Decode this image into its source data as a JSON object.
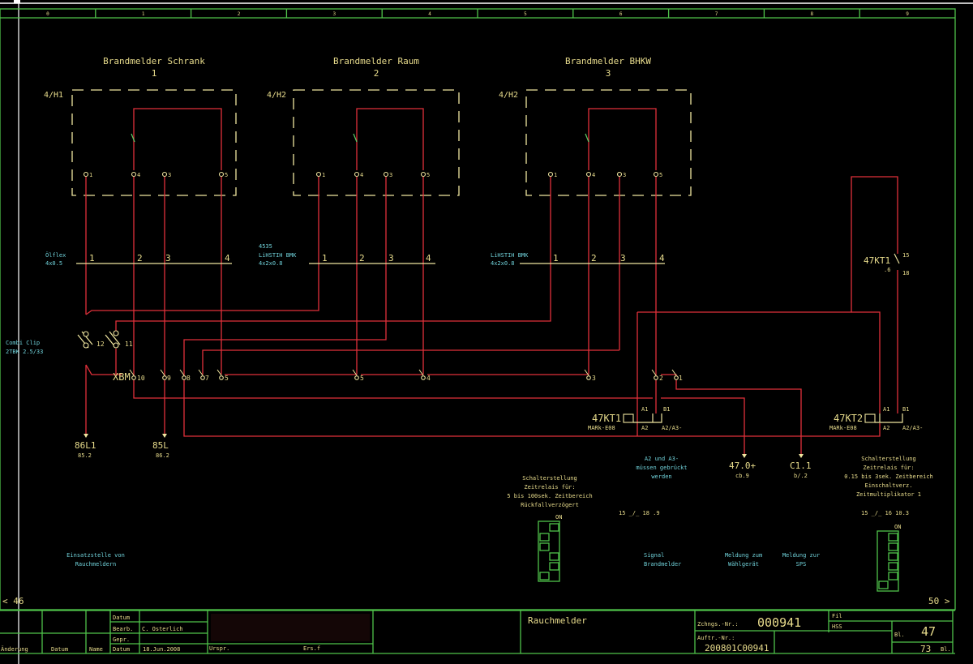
{
  "app": {
    "view": "Schematic sheet viewer"
  },
  "column_ruler": [
    "0",
    "1",
    "2",
    "3",
    "4",
    "5",
    "6",
    "7",
    "8",
    "9"
  ],
  "detectors": [
    {
      "title": "Brandmelder Schrank",
      "number": "1",
      "ref": "4/H1",
      "terminals": [
        "1",
        "4",
        "3",
        "5"
      ]
    },
    {
      "title": "Brandmelder Raum",
      "number": "2",
      "ref": "4/H2",
      "terminals": [
        "1",
        "4",
        "3",
        "5"
      ]
    },
    {
      "title": "Brandmelder BHKW",
      "number": "3",
      "ref": "4/H2",
      "terminals": [
        "1",
        "4",
        "3",
        "5"
      ]
    }
  ],
  "cables": [
    {
      "name": "Ölflex",
      "spec": "4x0.5",
      "extra": "",
      "cores": [
        "1",
        "2",
        "3",
        "4"
      ]
    },
    {
      "name": "4535",
      "spec": "LiHSTIH BMK",
      "extra": "4x2x0.8",
      "cores": [
        "1",
        "2",
        "3",
        "4"
      ]
    },
    {
      "name": "LiHSTIH BMK",
      "spec": "4x2x0.8",
      "extra": "",
      "cores": [
        "1",
        "2",
        "3",
        "4"
      ]
    }
  ],
  "terminal_block": {
    "label": "XBM",
    "type_line1": "Combi Clip",
    "type_line2": "2TBK 2.5/33",
    "fuse_labels": [
      "12",
      "11"
    ],
    "terminals": [
      "10",
      "9",
      "8",
      "7",
      "5",
      "5",
      "4",
      "3",
      "2",
      "1"
    ]
  },
  "outputs": [
    {
      "label": "86L1",
      "ref": "85.2"
    },
    {
      "label": "85L",
      "ref": "86.2"
    },
    {
      "label": "47.0+",
      "ref": "cb.9"
    },
    {
      "label": "C1.1",
      "ref": "b/.2"
    }
  ],
  "relays": [
    {
      "tag": "47KT1",
      "type": "MARk-E08",
      "pins": [
        "A1",
        "B1",
        "A2",
        "A2/A3-"
      ]
    },
    {
      "tag": "47KT2",
      "type": "MARk-E08",
      "pins": [
        "A1",
        "B1",
        "A2",
        "A2/A3-"
      ]
    },
    {
      "tag": "47KT1",
      "contact": ".6",
      "pins": [
        "15",
        "18"
      ]
    }
  ],
  "notes": {
    "bridge": [
      "A2 und A3-",
      "müssen gebrückt",
      "werden"
    ],
    "switch_left": [
      "Schalterstellung",
      "Zeitrelais für:",
      "5 bis 100sek. Zeitbereich",
      "Rückfallverzögert"
    ],
    "switch_right": [
      "Schalterstellung",
      "Zeitrelais für:",
      "0.15 bis 3sek. Zeitbereich",
      "Einschaltverz.",
      "Zeitmultiplikator 1"
    ],
    "contact_left": "15 _/_ 18 .9",
    "contact_right": "15 _/_ 16   10.3",
    "dip_left_label": "ON",
    "dip_right_label": "ON",
    "signal": [
      "Signal",
      "Brandmelder"
    ],
    "to_dialer": [
      "Meldung zum",
      "Wählgerät"
    ],
    "to_sps": [
      "Meldung zur",
      "SPS"
    ],
    "install": [
      "Einsatzstelle von",
      "Rauchmeldern"
    ]
  },
  "nav": {
    "prev": "< 46",
    "next": "50 >"
  },
  "title_block": {
    "datum_label": "Datum",
    "bearb_label": "Bearb.",
    "bearb_value": "C. Osterlich",
    "gepr_label": "Gepr.",
    "aenderung_label": "Änderung",
    "datum2_label": "Datum",
    "name_label": "Name",
    "datum3_label": "Datum",
    "date_value": "18.Jun.2008",
    "urspr_label": "Urspr.",
    "ersf_label": "Ers.f",
    "title": "Rauchmelder",
    "zchng_label": "Zchngs.-Nr.:",
    "zchng_value": "000941",
    "auftr_label": "Auftr.-Nr.:",
    "auftr_value": "200801C00941",
    "field1": "Fil",
    "field2": "HSS",
    "bl_label": "Bl.",
    "bl_value": "47",
    "total_value": "73",
    "total_label": "Bl."
  }
}
